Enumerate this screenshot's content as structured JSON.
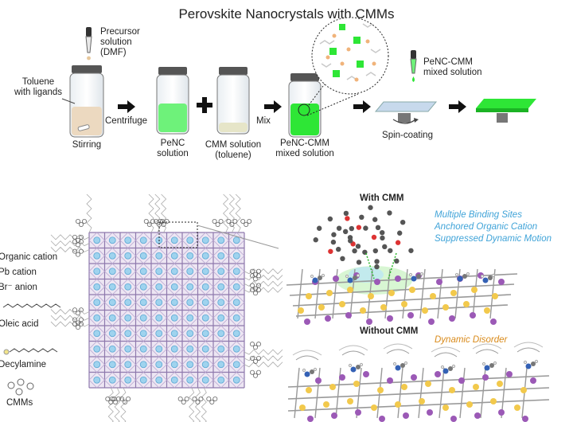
{
  "title": "Perovskite Nanocrystals with CMMs",
  "process": {
    "precursor": "Precursor\nsolution\n(DMF)",
    "toluene": "Toluene\nwith ligands",
    "stirring": "Stirring",
    "centrifuge": "Centrifuge",
    "penc_solution": "PeNC\nsolution",
    "cmm_solution": "CMM solution\n(toluene)",
    "mix": "Mix",
    "mixed_solution": "PeNC-CMM\nmixed solution",
    "dropper_label": "PeNC-CMM\nmixed solution",
    "spin_coating": "Spin-coating"
  },
  "legend": {
    "organic_cation": "Organic cation",
    "pb_cation": "Pb cation",
    "br_anion": "Br⁻ anion",
    "oleic_acid": "Oleic acid",
    "decylamine": "Decylamine",
    "cmms": "CMMs"
  },
  "with_cmm": {
    "heading": "With CMM",
    "points": [
      "Multiple Binding Sites",
      "Anchored Organic Cation",
      "Suppressed Dynamic Motion"
    ]
  },
  "without_cmm": {
    "heading": "Without CMM",
    "note": "Dynamic Disorder"
  },
  "colors": {
    "green": "#59e65f",
    "blue_text": "#3fa3d8",
    "orange_text": "#d98a1a",
    "pb": "#f2c94c",
    "br": "#9b59b6"
  }
}
